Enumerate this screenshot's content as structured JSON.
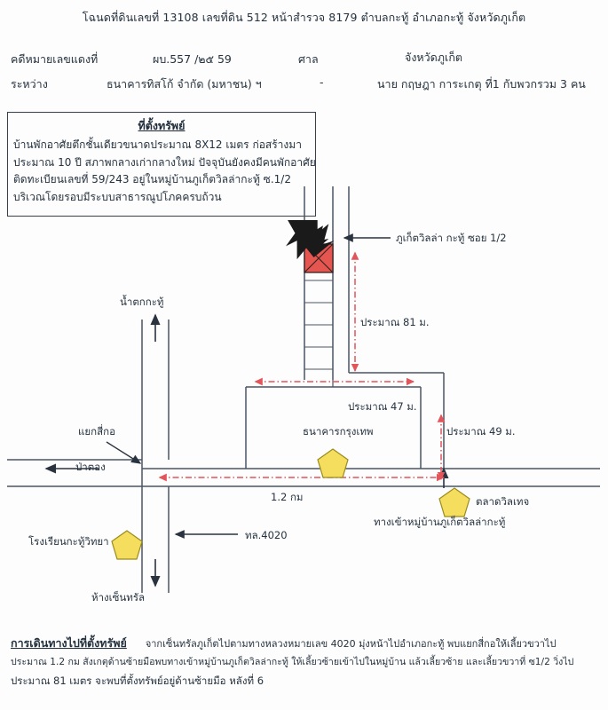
{
  "document": {
    "header_title": "โฉนดที่ดินเลขที่ 13108 เลขที่ดิน  512 หน้าสำรวจ  8179  ตำบลกะทู้  อำเภอกะทู้  จังหวัดภูเก็ต",
    "case": {
      "red_case_label": "คดีหมายเลขแดงที่",
      "red_case_value": "ผบ.557 /๒๕  59",
      "court_label": "ศาล",
      "province": "จังหวัดภูเก็ต",
      "between_label": "ระหว่าง",
      "plaintiff": "ธนาคารทิสโก้ จำกัด (มหาชน) ฯ",
      "separator": "-",
      "defendant": "นาย กฤษฎา  การะเกตุ ที่1 กับพวกรวม 3 คน"
    }
  },
  "property_box": {
    "title": "ที่ตั้งทรัพย์",
    "lines": [
      "บ้านพักอาศัยตึกชั้นเดียวขนาดประมาณ 8X12 เมตร ก่อสร้างมา",
      "ประมาณ 10 ปี สภาพกลางเก่ากลางใหม่ ปัจจุบันยังคงมีคนพักอาศัย",
      "ติดทะเบียนเลขที่ 59/243 อยู่ในหมู่บ้านภูเก็ตวิลล่ากะทู้ ซ.1/2",
      "บริเวณโดยรอบมีระบบสาธารณูปโภคครบถ้วน"
    ]
  },
  "map": {
    "labels": {
      "soi": "ภูเก็ตวิลล่า กะทู้ ซอย 1/2",
      "dist_81": "ประมาณ 81 ม.",
      "dist_47": "ประมาณ 47 ม.",
      "dist_49": "ประมาณ 49 ม.",
      "dist_12km": "1.2 กม",
      "waterfall": "น้ำตกกะทู้",
      "junction": "แยกสี่กอ",
      "patong": "ป่าตอง",
      "bangkok_bank": "ธนาคารกรุงเทพ",
      "village_market": "ตลาดวิลเทจ",
      "village_entrance": "ทางเข้าหมู่บ้านภูเก็ตวิลล่ากะทู้",
      "school": "โรงเรียนกะทู้วิทยา",
      "highway": "ทล.4020",
      "central": "ห้างเซ็นทรัล"
    },
    "colors": {
      "road": "#4a5564",
      "dimension": "#e2555a",
      "subject": "#e4564f",
      "marker": "#f5dd5d",
      "marker_stroke": "#9a8b1e",
      "arrow": "#1a1a1a"
    }
  },
  "footer": {
    "lead": "การเดินทางไปที่ตั้งทรัพย์",
    "line1": "จากเซ็นทรัลภูเก็ตไปตามทางหลวงหมายเลข 4020 มุ่งหน้าไปอำเภอกะทู้ พบแยกสี่กอให้เลี้ยวขวาไป",
    "line2": "ประมาณ 1.2 กม สังเกตุด้านซ้ายมือพบทางเข้าหมู่บ้านภูเก็ตวิลล่ากะทู้ ให้เลี้ยวซ้ายเข้าไปในหมู่บ้าน แล้วเลี้ยวซ้าย และเลี้ยวขวาที่ ซ1/2 วิ่งไป",
    "line3": "ประมาณ 81 เมตร จะพบที่ตั้งทรัพย์อยู่ด้านซ้ายมือ หลังที่ 6"
  }
}
